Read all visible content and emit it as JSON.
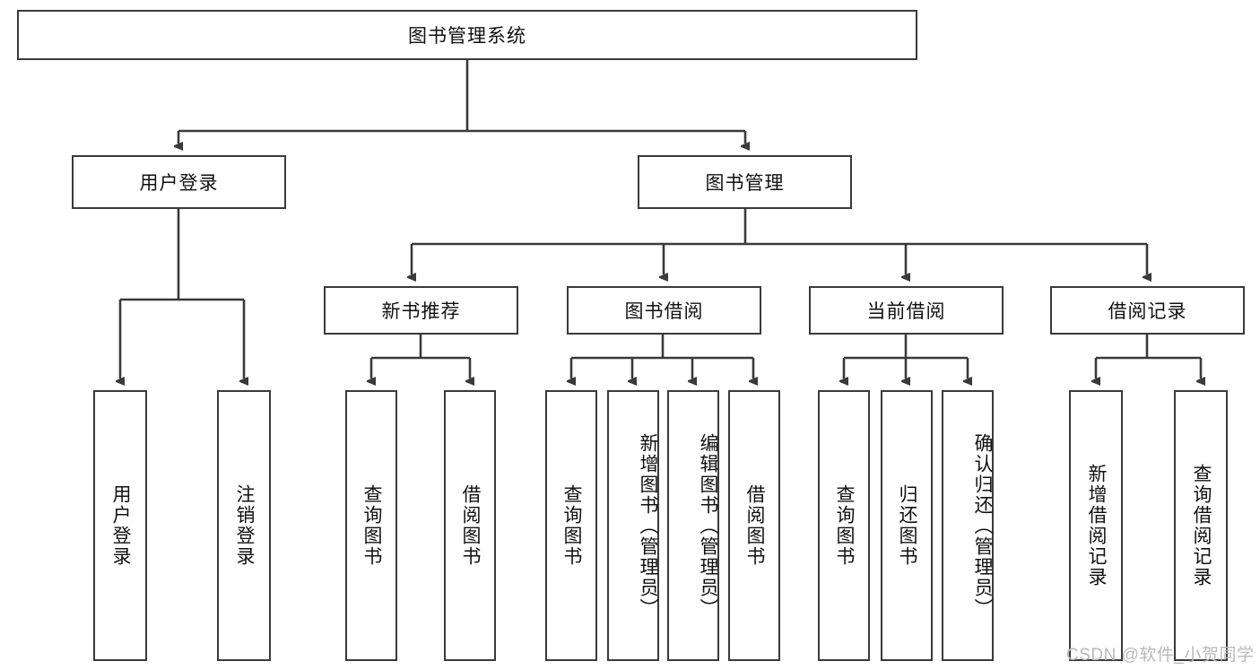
{
  "diagram": {
    "title": "图书管理系统",
    "type": "tree-structure-chart",
    "stroke_color": "#3a3a3a",
    "box_fill": "#ffffff",
    "text_color": "#111111",
    "root": {
      "label": "图书管理系统"
    },
    "level2": [
      {
        "label": "用户登录"
      },
      {
        "label": "图书管理"
      }
    ],
    "level3": [
      {
        "label": "新书推荐"
      },
      {
        "label": "图书借阅"
      },
      {
        "label": "当前借阅"
      },
      {
        "label": "借阅记录"
      }
    ],
    "leaves": {
      "user_login": [
        {
          "label": "用户登录"
        },
        {
          "label": "注销登录"
        }
      ],
      "new_book_recommend": [
        {
          "label": "查询图书"
        },
        {
          "label": "借阅图书"
        }
      ],
      "book_borrow": [
        {
          "label": "查询图书"
        },
        {
          "label": "新增图书（管理员）"
        },
        {
          "label": "编辑图书（管理员）"
        },
        {
          "label": "借阅图书"
        }
      ],
      "current_borrow": [
        {
          "label": "查询图书"
        },
        {
          "label": "归还图书"
        },
        {
          "label": "确认归还（管理员）"
        }
      ],
      "borrow_record": [
        {
          "label": "新增借阅记录"
        },
        {
          "label": "查询借阅记录"
        }
      ]
    }
  },
  "watermark": {
    "text": "CSDN @软件_小贺同学",
    "color": "#b9b9b9"
  }
}
